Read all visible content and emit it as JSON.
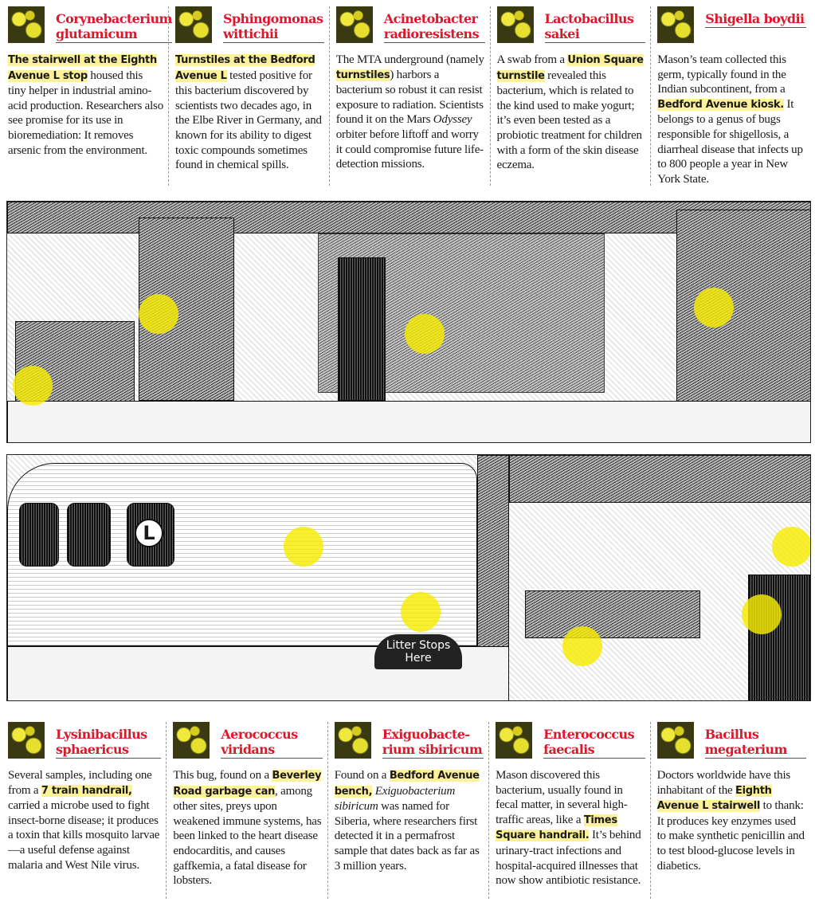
{
  "highlight_color": "#fdf29a",
  "title_color": "#d9192c",
  "top_cards": [
    {
      "title": "Corynebacterium glutamicum",
      "body": [
        {
          "t": "The stairwell at the Eighth Avenue L stop",
          "s": "hl"
        },
        {
          "t": " housed this tiny helper in industrial amino-acid production. Researchers also see promise for its use in bioremediation: It removes arsenic from the environment."
        }
      ]
    },
    {
      "title": "Sphingomonas wittichii",
      "body": [
        {
          "t": "Turnstiles at the Bedford Avenue L",
          "s": "hl"
        },
        {
          "t": " tested positive for this bacterium discovered by scientists two decades ago, in the Elbe River in Germany, and known for its ability to digest toxic compounds sometimes found in chemical spills."
        }
      ]
    },
    {
      "title": "Acinetobacter radioresistens",
      "body": [
        {
          "t": "The MTA underground (namely "
        },
        {
          "t": "turnstiles",
          "s": "hl"
        },
        {
          "t": ") harbors a bacterium so robust it can resist exposure to radiation. Scientists found it on the Mars "
        },
        {
          "t": "Odyssey",
          "s": "it"
        },
        {
          "t": " orbiter before liftoff and worry it could compromise future life-detection missions."
        }
      ]
    },
    {
      "title": "Lactobacillus sakei",
      "body": [
        {
          "t": "A swab from a "
        },
        {
          "t": "Union Square turnstile",
          "s": "hl"
        },
        {
          "t": " revealed this bacterium, which is related to the kind used to make yogurt; it’s even been tested as a probiotic treatment for children with a form of the skin disease eczema."
        }
      ]
    },
    {
      "title": "Shigella boydii",
      "body": [
        {
          "t": "Mason’s team collected this germ, typically found in the Indian subcontinent, from a "
        },
        {
          "t": "Bedford Avenue kiosk.",
          "s": "hl"
        },
        {
          "t": " It belongs to a genus of bugs responsible for shigellosis, a diarrheal disease that infects up to 800 people a year in New York State."
        }
      ]
    }
  ],
  "bottom_cards": [
    {
      "title": "Lysinibacillus sphaericus",
      "body": [
        {
          "t": "Several samples, including one from a "
        },
        {
          "t": "7 train handrail,",
          "s": "hl"
        },
        {
          "t": " carried a microbe used to fight insect-borne disease; it produces a toxin that kills mosquito larvae—a useful defense against malaria and West Nile virus."
        }
      ]
    },
    {
      "title": "Aerococcus viridans",
      "body": [
        {
          "t": "This bug, found on a "
        },
        {
          "t": "Beverley Road garbage can",
          "s": "hl"
        },
        {
          "t": ", among other sites, preys upon weakened immune systems, has been linked to the heart disease endocarditis, and causes gaffkemia, a fatal disease for lobsters."
        }
      ]
    },
    {
      "title": "Exiguobacte-rium sibiricum",
      "body": [
        {
          "t": "Found on a "
        },
        {
          "t": "Bedford Avenue bench,",
          "s": "hl"
        },
        {
          "t": " "
        },
        {
          "t": "Exiguobacterium sibiricum",
          "s": "it"
        },
        {
          "t": " was named for Siberia, where researchers first detected it in a permafrost sample that dates back as far as 3 million years."
        }
      ]
    },
    {
      "title": "Enterococcus faecalis",
      "body": [
        {
          "t": "Mason discovered this bacterium, usually found in fecal matter, in several high-traffic areas, like a "
        },
        {
          "t": "Times Square handrail.",
          "s": "hl"
        },
        {
          "t": " It’s behind urinary-tract infections and hospital-acquired illnesses that now show antibiotic resistance."
        }
      ]
    },
    {
      "title": "Bacillus megaterium",
      "body": [
        {
          "t": "Doctors worldwide have this inhabitant of the "
        },
        {
          "t": "Eighth Avenue L stairwell",
          "s": "hl"
        },
        {
          "t": " to thank: It produces key enzymes used to make synthetic penicillin and to test blood-glucose levels in diabetics."
        }
      ]
    }
  ],
  "illustration": {
    "train_line_letter": "L",
    "garbage_can_text": "Litter Stops Here"
  }
}
